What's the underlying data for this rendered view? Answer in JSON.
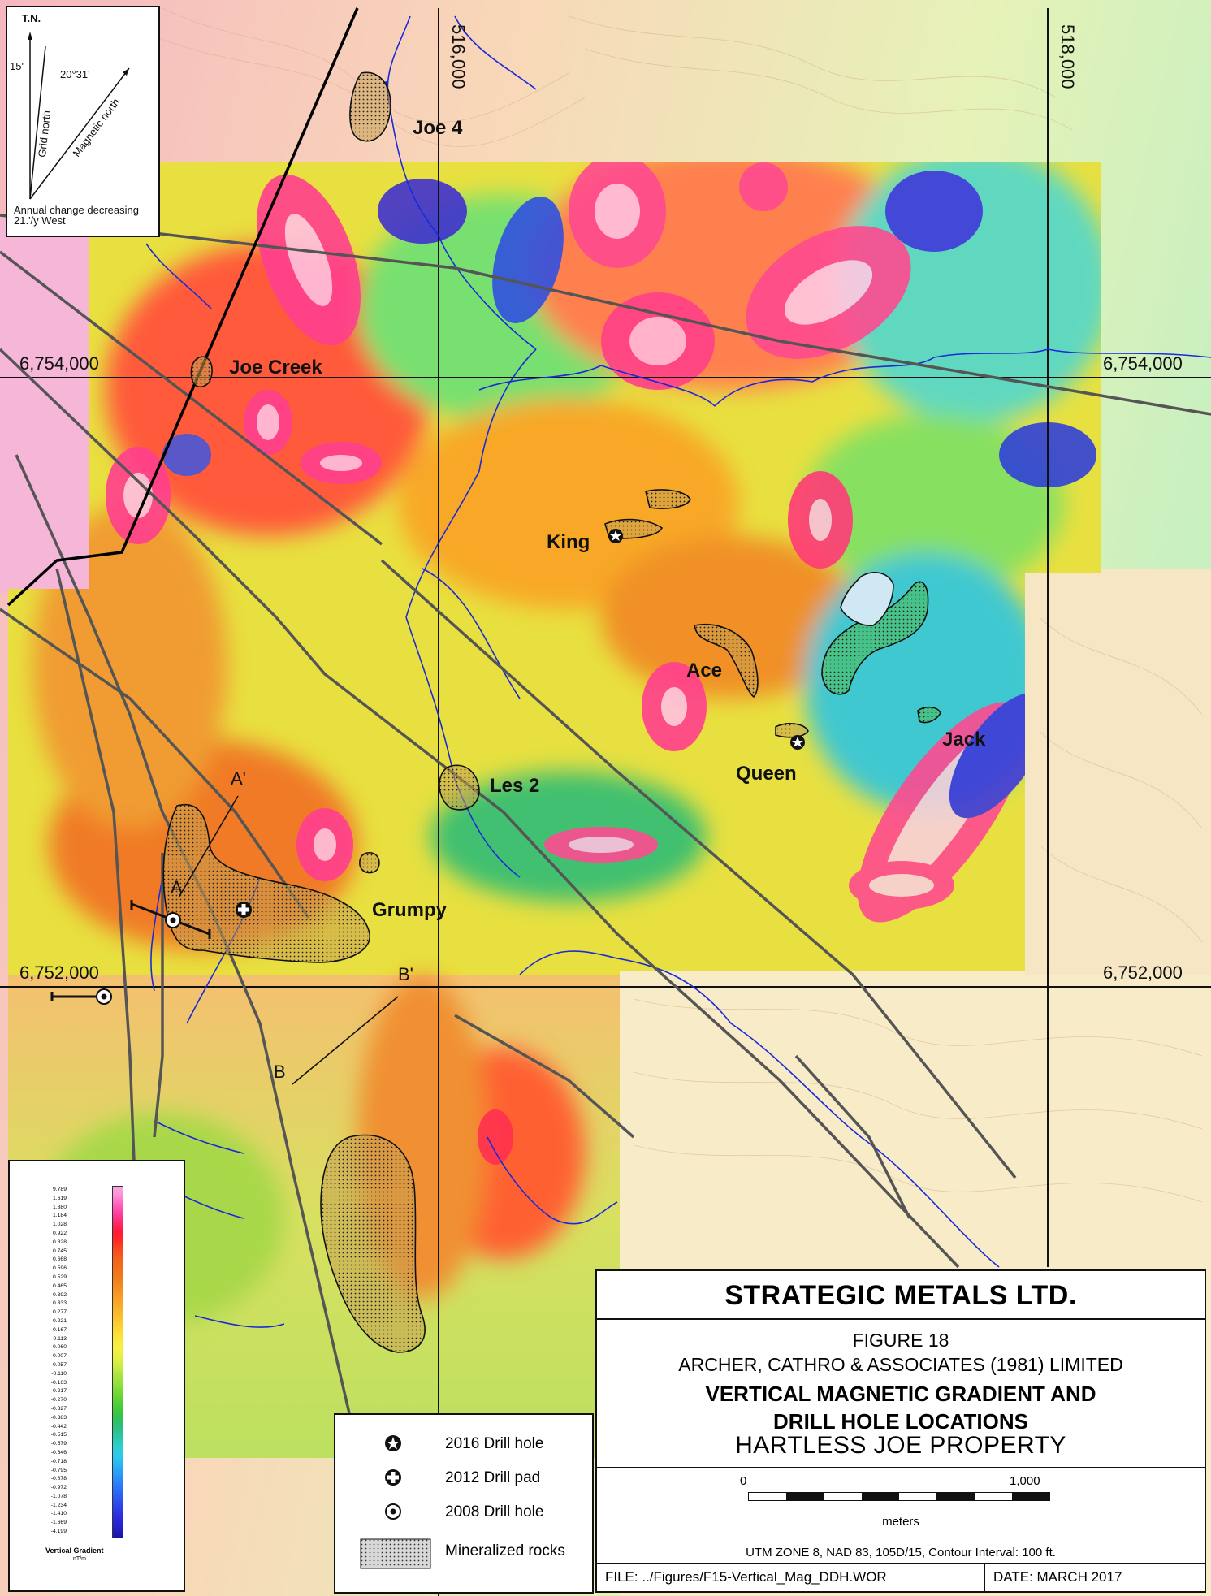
{
  "map": {
    "grid": {
      "eastings": [
        "516,000",
        "518,000"
      ],
      "northings": [
        "6,754,000",
        "6,752,000"
      ]
    },
    "zones": [
      "Joe 4",
      "Joe Creek",
      "King",
      "Ace",
      "Jack",
      "Queen",
      "Les 2",
      "Grumpy"
    ],
    "sections": [
      "A",
      "A'",
      "B",
      "B'"
    ]
  },
  "north_arrow": {
    "tn_label": "T.N.",
    "declination_tn": "15'",
    "declination_mag": "20°31'",
    "grid_north": "Grid north",
    "magnetic_north": "Magnetic north",
    "annual_change_1": "Annual change decreasing",
    "annual_change_2": "21.'/y West"
  },
  "color_scale": {
    "values": [
      "9.789",
      "1.619",
      "1.380",
      "1.184",
      "1.028",
      "0.922",
      "0.828",
      "0.745",
      "0.668",
      "0.596",
      "0.529",
      "0.465",
      "0.392",
      "0.333",
      "0.277",
      "0.221",
      "0.167",
      "0.113",
      "0.060",
      "0.007",
      "-0.057",
      "-0.110",
      "-0.163",
      "-0.217",
      "-0.270",
      "-0.327",
      "-0.383",
      "-0.442",
      "-0.515",
      "-0.579",
      "-0.646",
      "-0.718",
      "-0.795",
      "-0.878",
      "-0.972",
      "-1.078",
      "-1.234",
      "-1.410",
      "-1.669",
      "-4.199"
    ],
    "title": "Vertical Gradient",
    "unit": "nT/m",
    "colors": [
      "#f7a6e6",
      "#ff8fd6",
      "#ff5fc0",
      "#ff3f9f",
      "#ff2a6a",
      "#ff1a3a",
      "#ff2a24",
      "#f84a1e",
      "#f5601c",
      "#f26e1c",
      "#f07a1c",
      "#f4891e",
      "#f79a22",
      "#f8a826",
      "#f9b82a",
      "#fac82e",
      "#fbd834",
      "#fce83a",
      "#f6f040",
      "#e4f044",
      "#c8ec44",
      "#aae440",
      "#8ee03c",
      "#70d838",
      "#54d036",
      "#3cc83e",
      "#30c064",
      "#2cc088",
      "#2cc8b0",
      "#2cd0d0",
      "#2cc8ee",
      "#2cb0f6",
      "#2c98f8",
      "#2c80f8",
      "#2c68f6",
      "#2c50f0",
      "#2c3ae8",
      "#2a2ad8",
      "#2420c4",
      "#1a14a8"
    ]
  },
  "legend": {
    "drill_2016": "2016 Drill hole",
    "pad_2012": "2012 Drill pad",
    "drill_2008": "2008 Drill hole",
    "mineralized": "Mineralized rocks"
  },
  "title_block": {
    "company": "STRATEGIC METALS LTD.",
    "figure": "FIGURE 18",
    "consultant": "ARCHER, CATHRO & ASSOCIATES (1981) LIMITED",
    "title_line1": "VERTICAL MAGNETIC GRADIENT AND",
    "title_line2": "DRILL HOLE LOCATIONS",
    "property": "HARTLESS JOE PROPERTY",
    "scale_zero": "0",
    "scale_max": "1,000",
    "scale_unit": "meters",
    "utm": "UTM ZONE 8, NAD 83, 105D/15, Contour Interval: 100 ft.",
    "file": "FILE: ../Figures/F15-Vertical_Mag_DDH.WOR",
    "date": "DATE: MARCH 2017"
  }
}
